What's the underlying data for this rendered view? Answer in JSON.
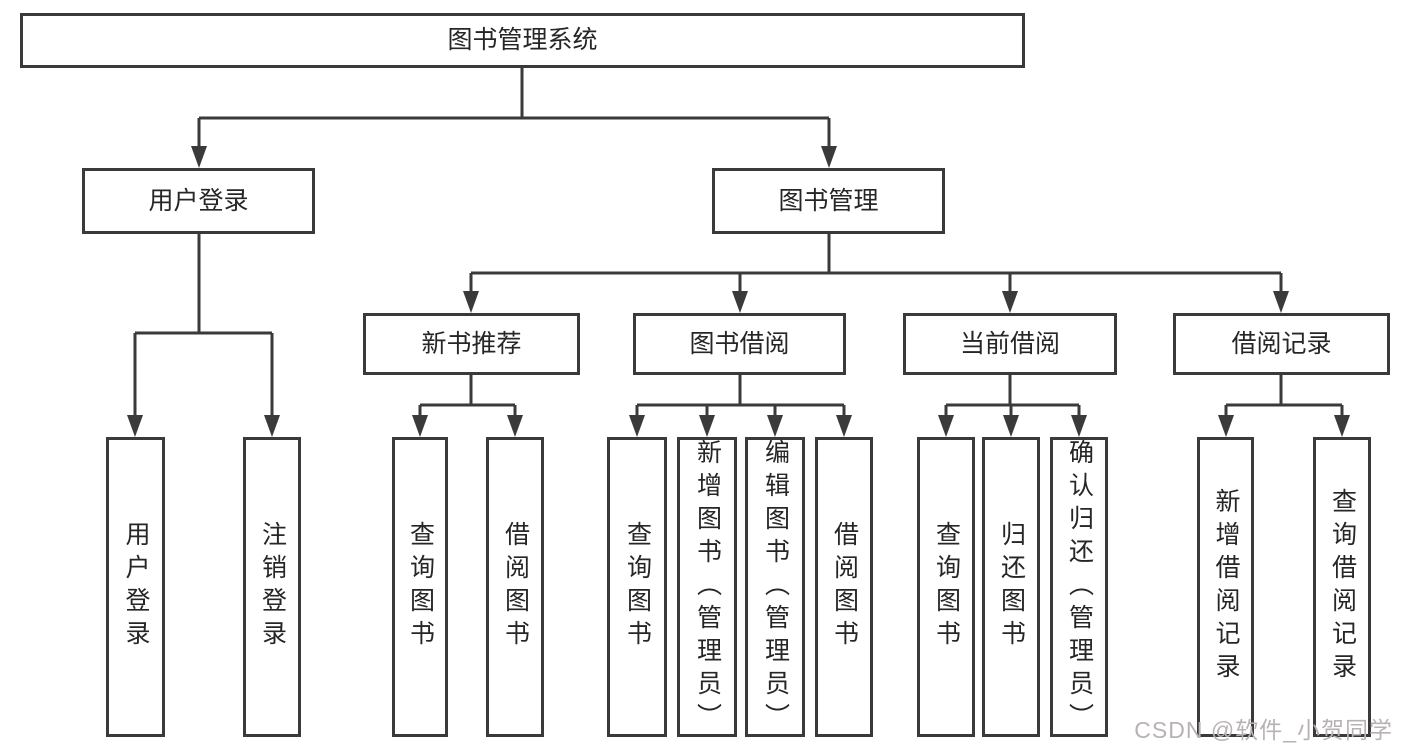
{
  "diagram": {
    "root": "图书管理系统",
    "branches": [
      {
        "label": "用户登录",
        "children": [
          "用户登录",
          "注销登录"
        ]
      },
      {
        "label": "图书管理",
        "groups": [
          {
            "label": "新书推荐",
            "children": [
              "查询图书",
              "借阅图书"
            ]
          },
          {
            "label": "图书借阅",
            "children": [
              "查询图书",
              "新增图书（管理员）",
              "编辑图书（管理员）",
              "借阅图书"
            ]
          },
          {
            "label": "当前借阅",
            "children": [
              "查询图书",
              "归还图书",
              "确认归还（管理员）"
            ]
          },
          {
            "label": "借阅记录",
            "children": [
              "新增借阅记录",
              "查询借阅记录"
            ]
          }
        ]
      }
    ]
  },
  "watermark": "CSDN @软件_小贺同学",
  "colors": {
    "line": "#3a3a3a",
    "text": "#262626",
    "watermark": "#b9b2b2",
    "background": "#ffffff"
  }
}
